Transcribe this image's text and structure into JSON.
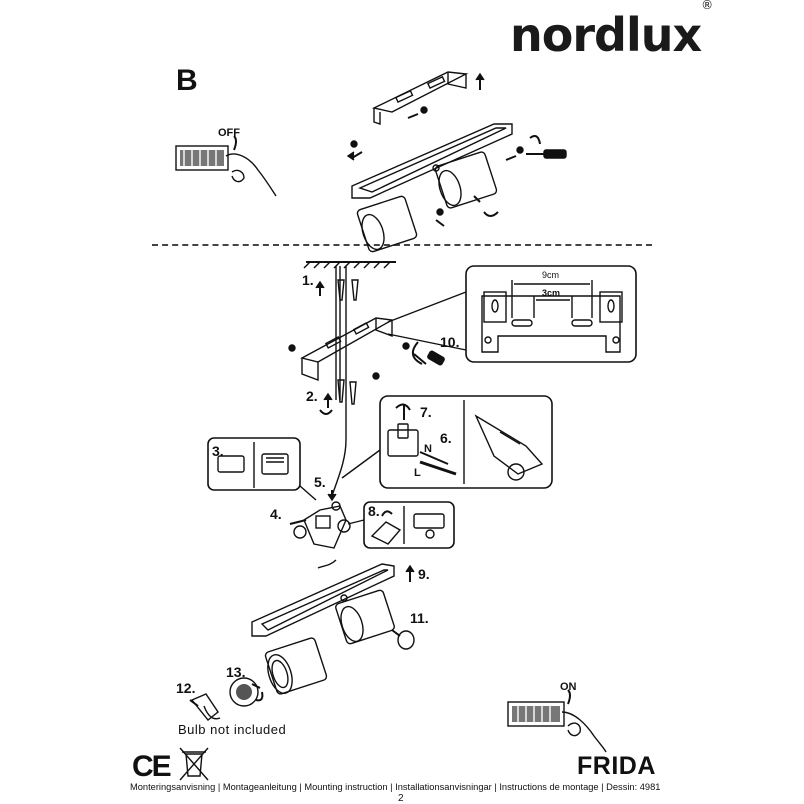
{
  "header": {
    "brand": "nordlux",
    "registered_mark": "®"
  },
  "section": {
    "letter": "B"
  },
  "switch_off": {
    "label": "OFF"
  },
  "switch_on": {
    "label": "ON"
  },
  "dimensions": {
    "outer": "9cm",
    "inner": "3cm"
  },
  "steps": [
    "1.",
    "2.",
    "3.",
    "4.",
    "5.",
    "6.",
    "7.",
    "8.",
    "9.",
    "10.",
    "11.",
    "12.",
    "13."
  ],
  "wiring": {
    "neutral": "N",
    "live": "L"
  },
  "note": "Bulb not included",
  "product_name": "FRIDA",
  "marks": {
    "ce": "CE"
  },
  "footer": {
    "text": "Monteringsanvisning | Montageanleitung | Mounting instruction | Installationsanvisningar | Instructions de montage | Dessin: 4981",
    "page_number": "2"
  }
}
